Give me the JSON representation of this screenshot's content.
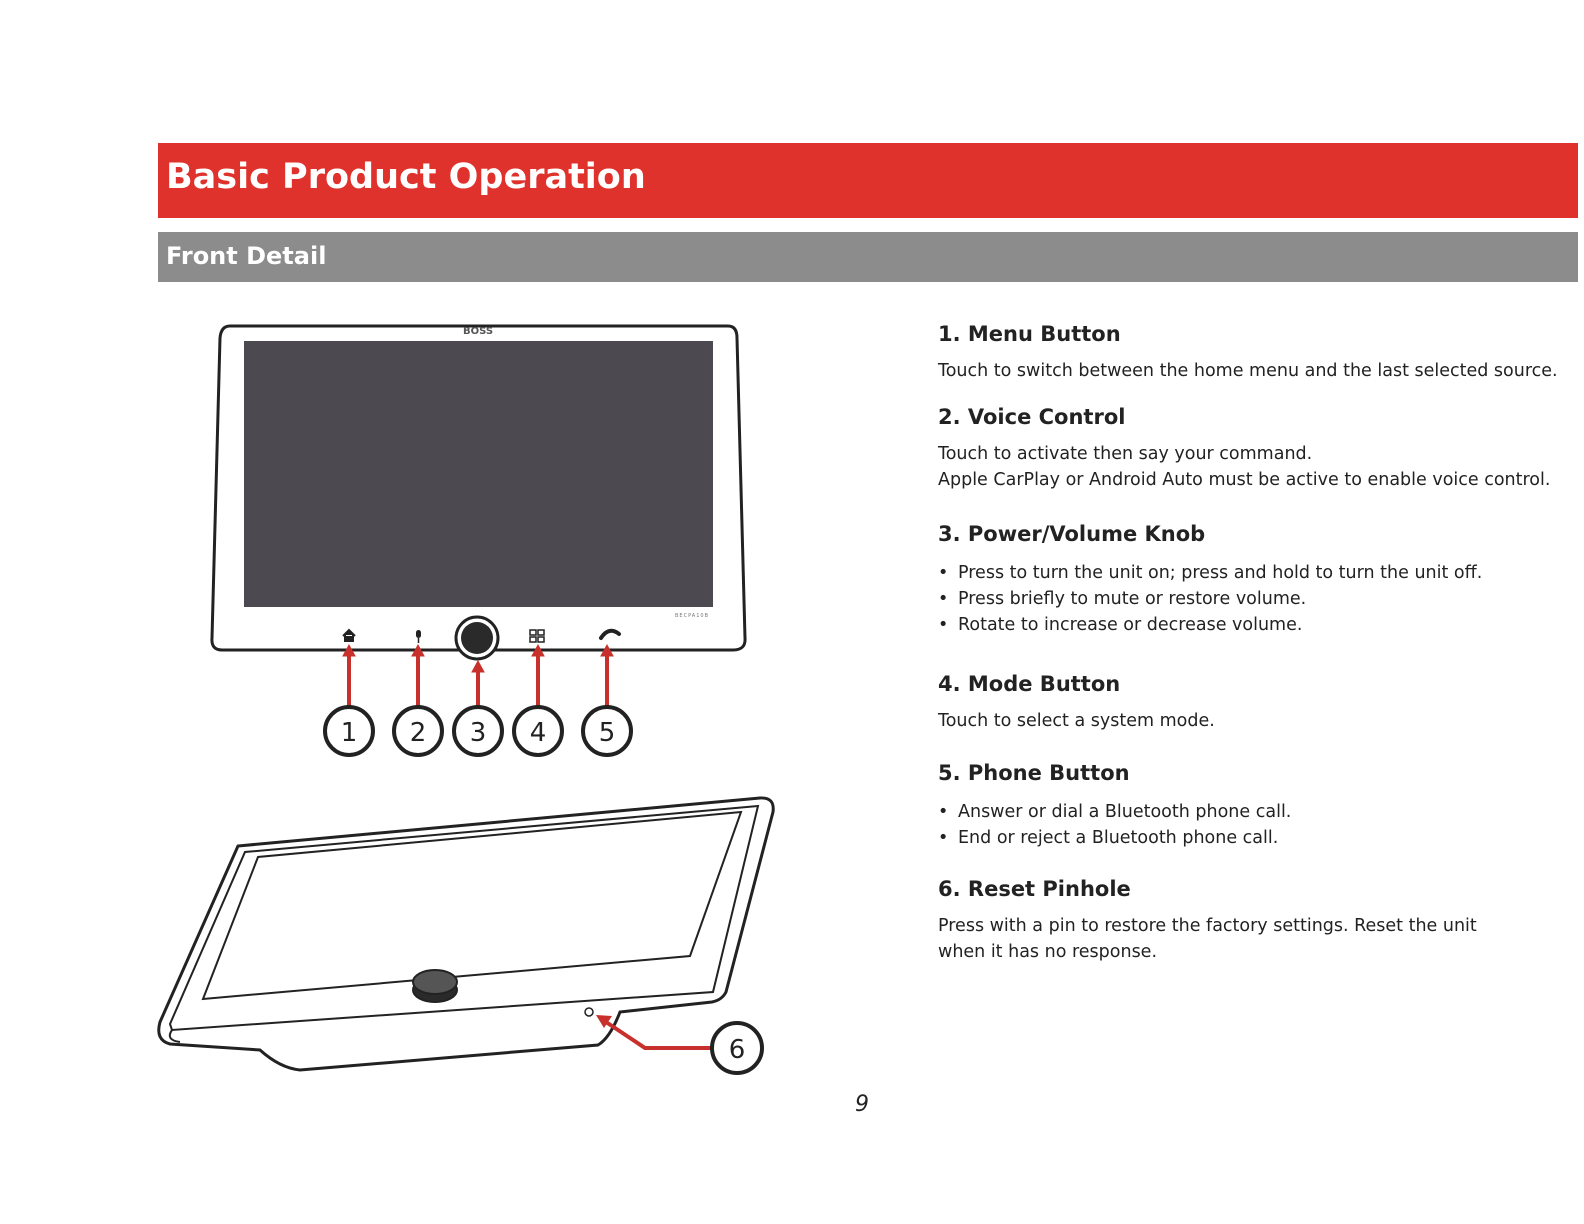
{
  "header": {
    "title": "Basic Product Operation",
    "subtitle": "Front Detail"
  },
  "device": {
    "brand": "BOSS",
    "model": "BECPA10B"
  },
  "callouts": [
    "1",
    "2",
    "3",
    "4",
    "5",
    "6"
  ],
  "icons": [
    "home-icon",
    "microphone-icon",
    "knob-icon",
    "mode-grid-icon",
    "phone-icon",
    "pinhole-icon"
  ],
  "colors": {
    "title_bg": "#e0322d",
    "subtitle_bg": "#8c8c8c",
    "arrow": "#c8302c",
    "screen": "#4c4a50"
  },
  "items": [
    {
      "heading": "1. Menu Button",
      "text": "Touch to switch between the home menu and the last selected source."
    },
    {
      "heading": "2. Voice Control",
      "lines": [
        "Touch to activate then say your command.",
        "Apple CarPlay or Android Auto must be active to enable voice control."
      ]
    },
    {
      "heading": "3. Power/Volume Knob",
      "bullets": [
        "Press to turn the unit on; press and hold to turn the unit off.",
        "Press briefly to mute or restore volume.",
        "Rotate to increase or decrease volume."
      ]
    },
    {
      "heading": "4. Mode Button",
      "text": "Touch to select a system mode."
    },
    {
      "heading": "5. Phone Button",
      "bullets": [
        "Answer or dial a Bluetooth phone call.",
        "End or reject a Bluetooth phone call."
      ]
    },
    {
      "heading": "6. Reset Pinhole",
      "lines": [
        "Press with a pin to restore the factory settings. Reset the unit",
        "when it has no response."
      ]
    }
  ],
  "page_number": "9"
}
